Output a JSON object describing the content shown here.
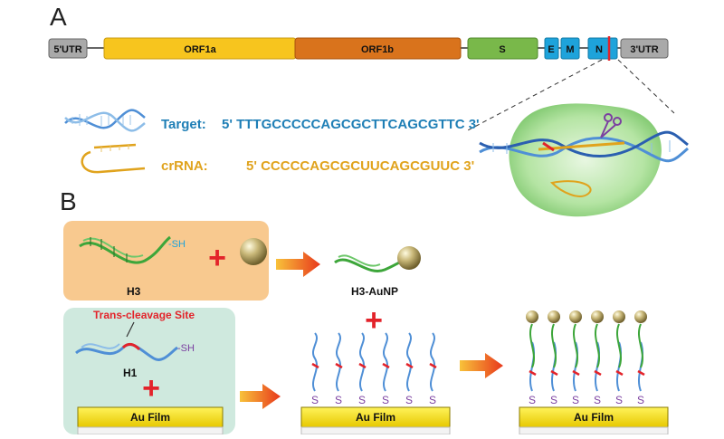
{
  "panel_a": {
    "label": "A",
    "genome": {
      "utr5": "5'UTR",
      "orf1a": "ORF1a",
      "orf1b": "ORF1b",
      "s": "S",
      "e": "E",
      "m": "M",
      "n": "N",
      "utr3": "3'UTR"
    },
    "target_label": "Target:",
    "target_seq": "5' TTTGCCCCCAGCGCTTCAGCGTTC 3'",
    "crrna_label": "crRNA:",
    "crrna_seq": "5' CCCCCAGCGCUUCAGCGUUC 3'"
  },
  "panel_b": {
    "label": "B",
    "h3_label": "H3",
    "sh_h3": "-SH",
    "h3_aunp_label": "H3-AuNP",
    "trans_cleavage_label": "Trans-cleavage Site",
    "h1_label": "H1",
    "sh_h1": "-SH",
    "au_film_1": "Au Film",
    "au_film_2": "Au Film",
    "au_film_3": "Au Film",
    "s_glyph": "S",
    "plus": "+"
  },
  "colors": {
    "utr": "#a9a9a9",
    "orf1a": "#f7c51e",
    "orf1b": "#d9731c",
    "s": "#79b84a",
    "e_m_n": "#1ea3db",
    "target_text": "#1f7fb6",
    "crrna_text": "#e0a31d",
    "red": "#e3232a",
    "dna_blue": "#4f8fd6",
    "dna_green": "#3da63a",
    "film": "#f4ea00",
    "h3_box": "#f8c98f",
    "h1_box": "#cfe9de"
  }
}
